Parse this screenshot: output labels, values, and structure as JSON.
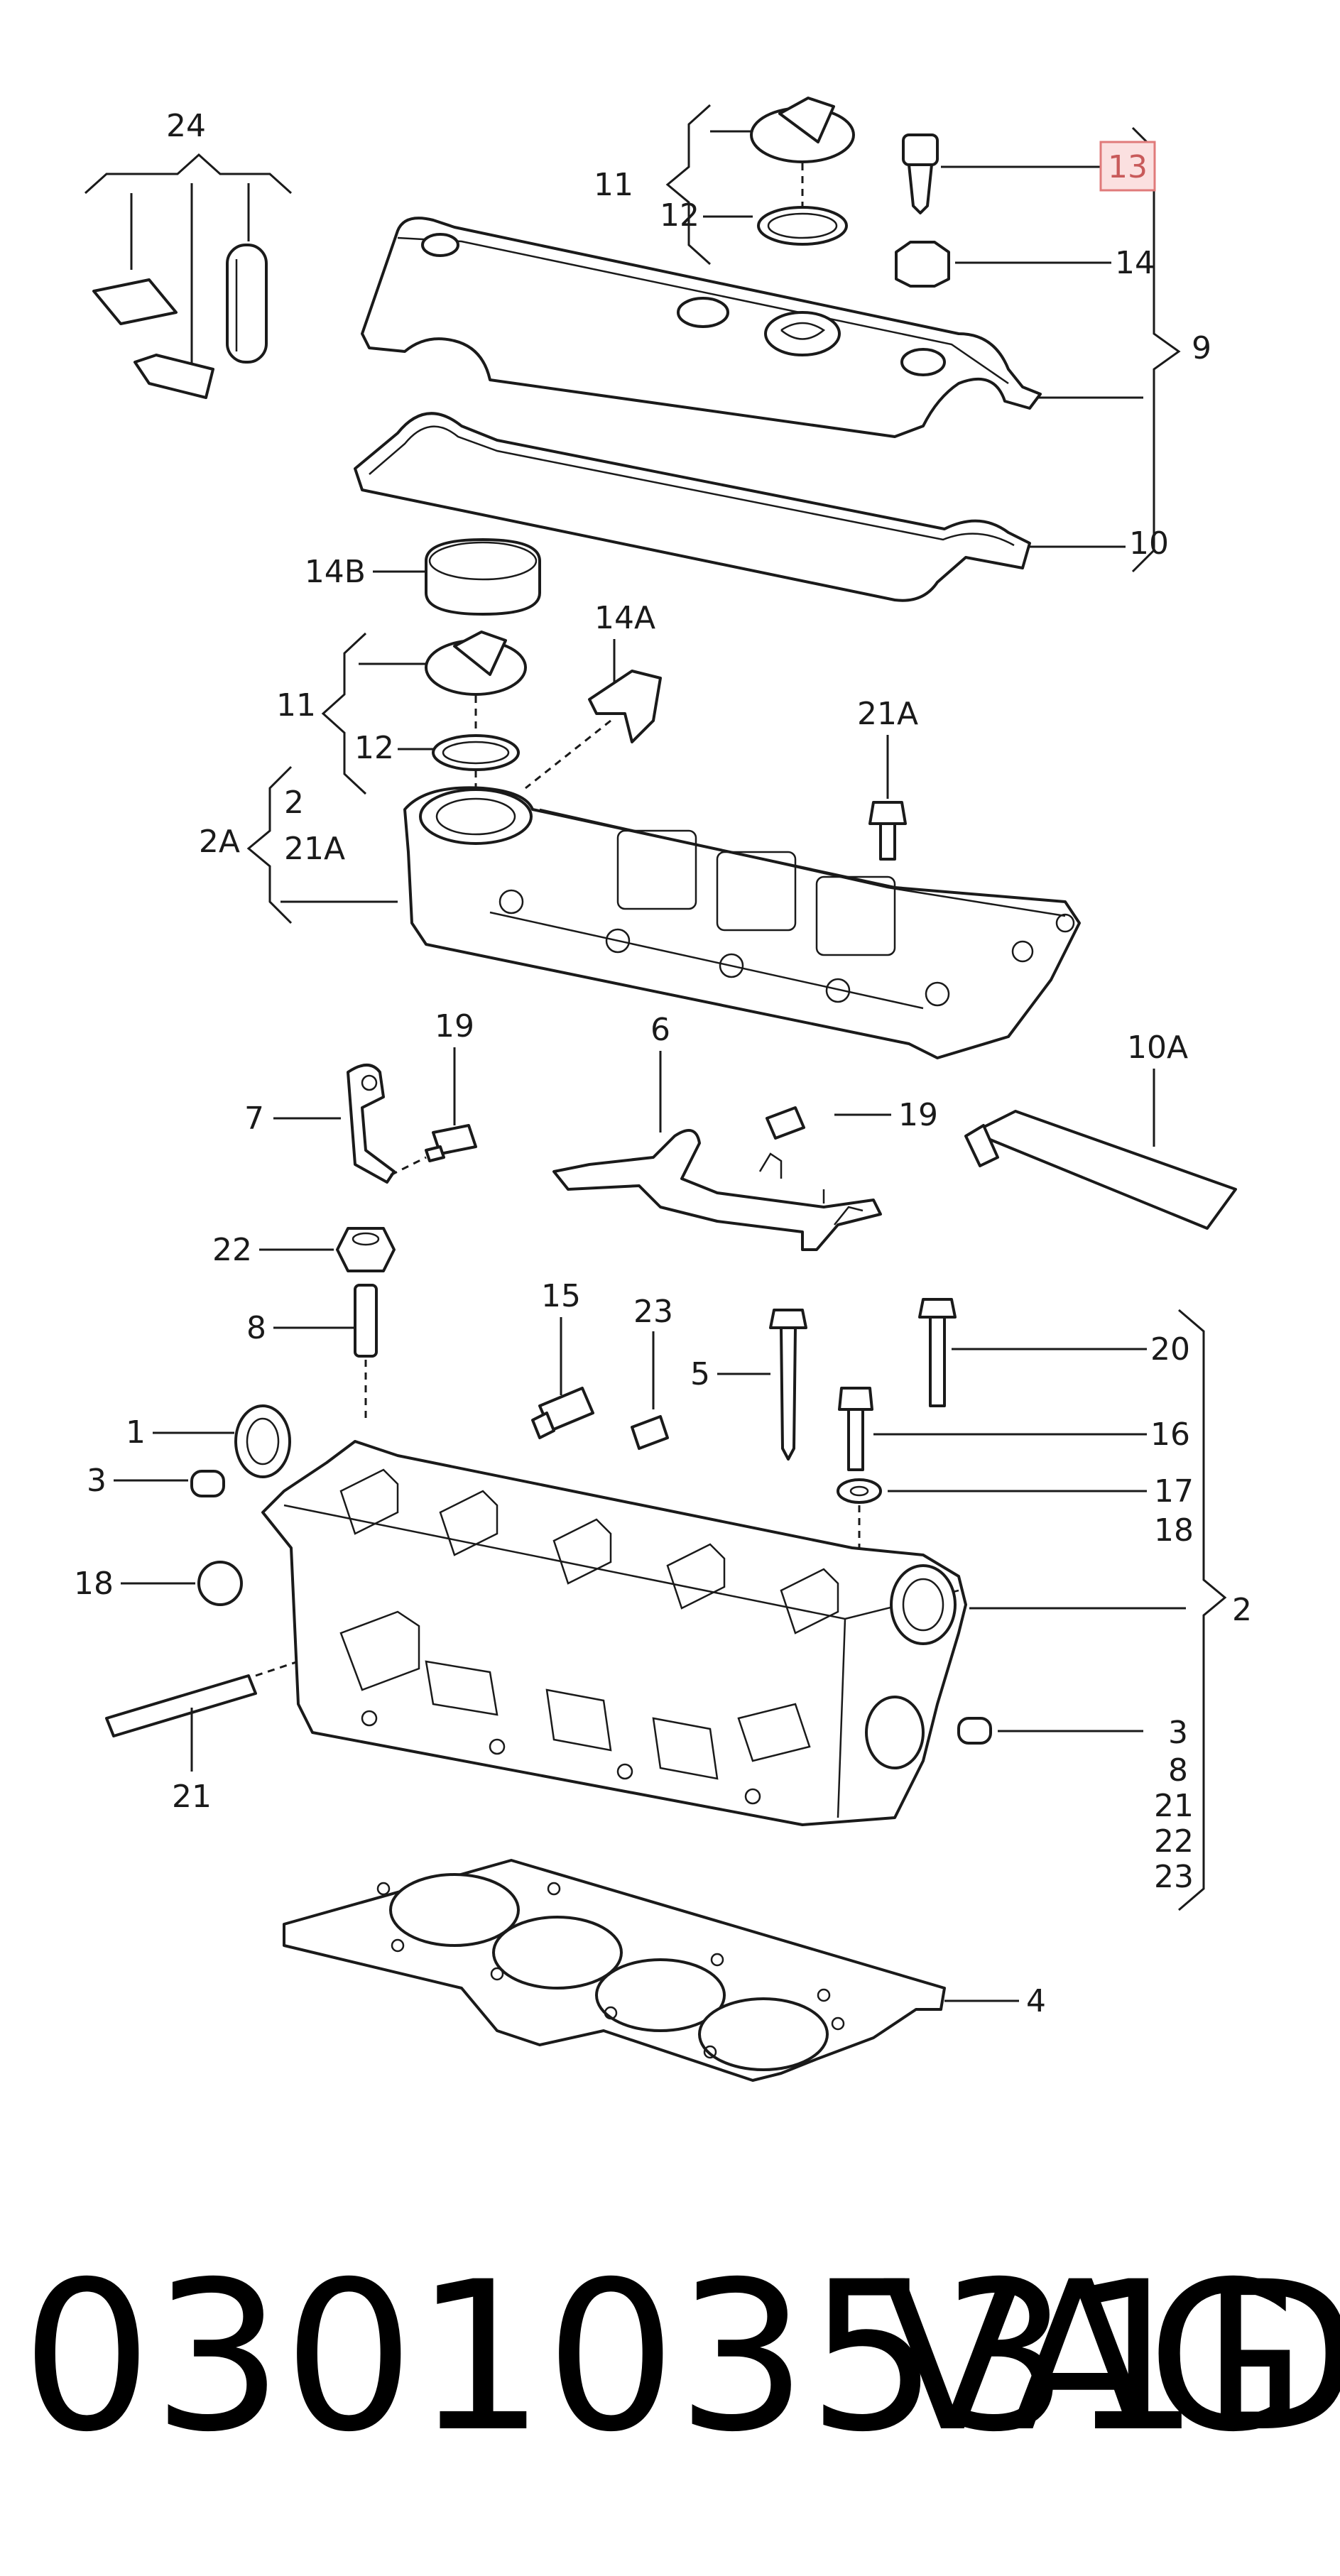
{
  "diagram": {
    "labels": {
      "l24": "24",
      "l11a": "11",
      "l12a": "12",
      "l13": "13",
      "l14": "14",
      "l9": "9",
      "l10": "10",
      "l14B": "14B",
      "l14A": "14A",
      "l11b": "11",
      "l12b": "12",
      "l21Atop": "21A",
      "l2a": "2",
      "l2A": "2A",
      "l21Ab": "21A",
      "l19a": "19",
      "l6": "6",
      "l10A": "10A",
      "l7": "7",
      "l19b": "19",
      "l22": "22",
      "l8": "8",
      "l15": "15",
      "l23": "23",
      "l5": "5",
      "l20": "20",
      "l16": "16",
      "l1": "1",
      "l3a": "3",
      "l17": "17",
      "l18a": "18",
      "l18b": "18",
      "l2b": "2",
      "l3b": "3",
      "l8b": "8",
      "l21b": "21",
      "l22b": "22",
      "l23b": "23",
      "l21": "21",
      "l4": "4"
    },
    "highlighted_label": "13"
  },
  "footer": {
    "part_number": "030103531D",
    "brand": "VAG"
  }
}
